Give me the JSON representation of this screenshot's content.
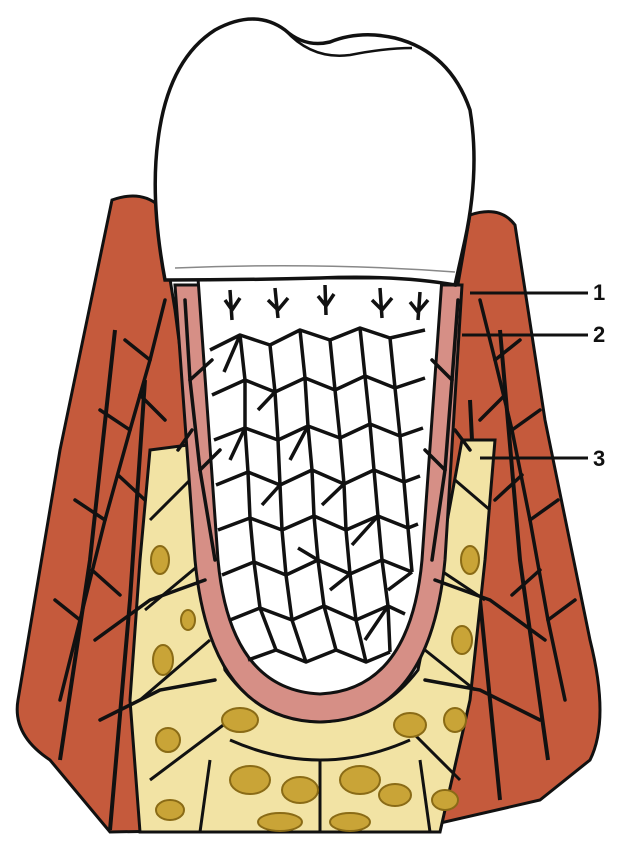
{
  "labels": [
    {
      "id": "1",
      "text": "1"
    },
    {
      "id": "2",
      "text": "2"
    },
    {
      "id": "3",
      "text": "3"
    }
  ],
  "colors": {
    "background": "#ffffff",
    "gum": "#c55a3c",
    "gum_dark": "#9e3f27",
    "gum_light": "#d97a5e",
    "bone": "#f2e3a4",
    "bone_pocket": "#c9a437",
    "bone_pocket_dark": "#9b7a1f",
    "periodontal_band": "#d68f86",
    "enamel": "#ffffff",
    "outline": "#111111"
  }
}
